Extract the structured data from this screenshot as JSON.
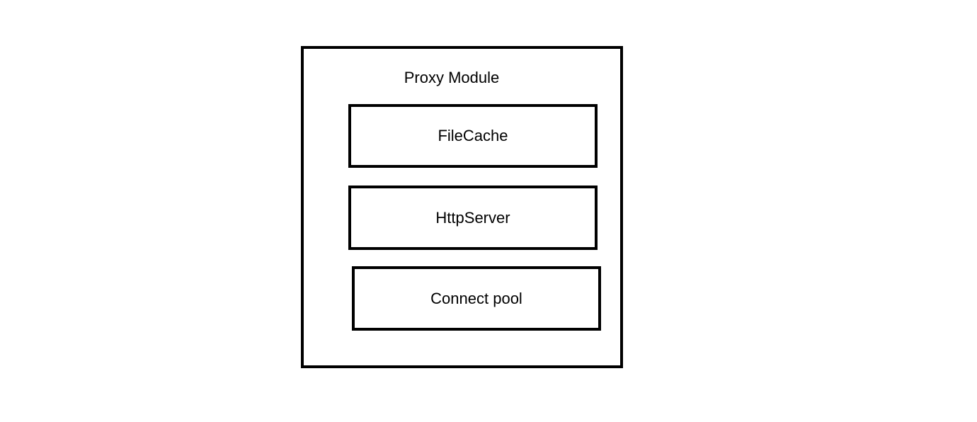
{
  "diagram": {
    "title": "Proxy Module",
    "boxes": [
      {
        "label": "FileCache"
      },
      {
        "label": "HttpServer"
      },
      {
        "label": "Connect pool"
      }
    ]
  }
}
